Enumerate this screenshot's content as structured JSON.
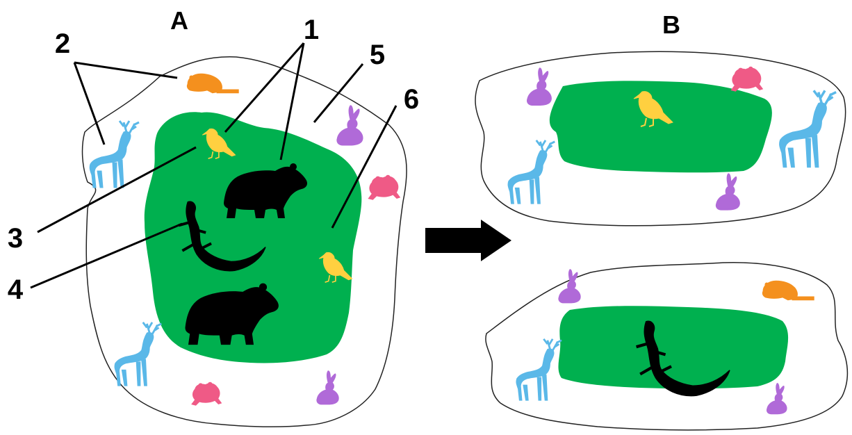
{
  "panels": {
    "a_label": "A",
    "b_label": "B"
  },
  "callouts": {
    "n1": "1",
    "n2": "2",
    "n3": "3",
    "n4": "4",
    "n5": "5",
    "n6": "6"
  },
  "colors": {
    "habitat_green": "#00b04f",
    "bird": "#ffd040",
    "bear": "#000000",
    "lizard": "#000000",
    "deer": "#5ab8e8",
    "rabbit": "#b06ad8",
    "frog": "#ef5a86",
    "beaver": "#f4901e",
    "arrow": "#000000"
  },
  "icons": {
    "organisms": [
      "bear-icon",
      "bird-icon",
      "lizard-icon",
      "deer-icon",
      "rabbit-icon",
      "frog-icon",
      "beaver-icon"
    ],
    "transition": "arrow-right-icon"
  }
}
